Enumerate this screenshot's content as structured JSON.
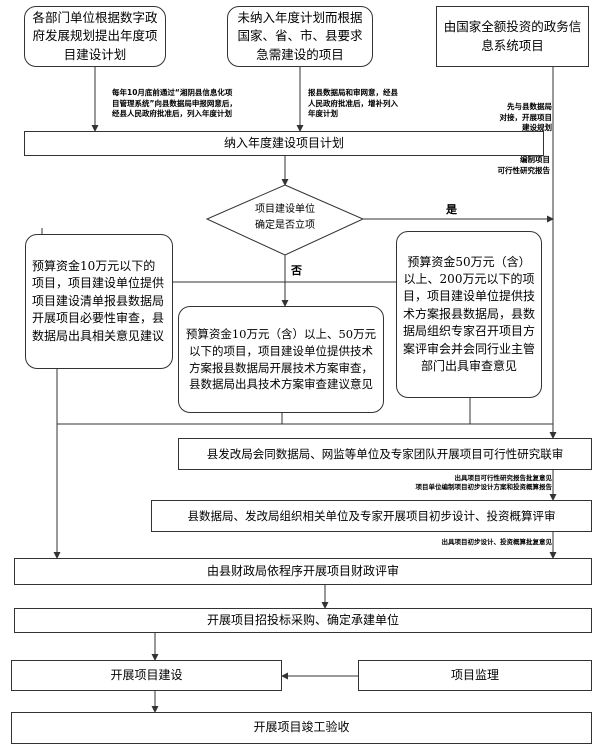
{
  "nodes": {
    "source_departments": "各部门单位根据数字政府发展规划提出年度项目建设计划",
    "source_unplanned": "未纳入年度计划而根据国家、省、市、县要求急需建设的项目",
    "source_national": "由国家全额投资的政务信息系统项目",
    "annual_plan": "纳入年度建设项目计划",
    "decision_line1": "项目建设单位",
    "decision_line2": "确定是否立项",
    "small_budget": "预算资金10万元以下的项目，项目建设单位提供项目建设清单报县数据局开展项目必要性审查，县数据局出具相关意见建议",
    "medium_budget": "预算资金10万元（含）以上、50万元以下的项目，项目建设单位提供技术方案报县数据局开展技术方案审查，县数据局出具技术方案审查建议意见",
    "large_budget": "预算资金50万元（含）以上、200万元以下的项目，项目建设单位提供技术方案报县数据局，县数据局组织专家召开项目方案评审会并会同行业主管部门出具审查意见",
    "feasibility_review": "县发改局会同数据局、网监等单位及专家团队开展项目可行性研究联审",
    "preliminary_design": "县数据局、发改局组织相关单位及专家开展项目初步设计、投资概算评审",
    "finance_review": "由县财政局依程序开展项目财政评审",
    "tendering": "开展项目招投标采购、确定承建单位",
    "construction": "开展项目建设",
    "supervision": "项目监理",
    "acceptance": "开展项目竣工验收"
  },
  "annotations": {
    "dept_note": "每年10月底前通过“湘阴县信息化项\n目管理系统”向县数据局申报网意后，\n经县人民政府批准后，列入年度计划",
    "unplanned_note": "报县数据局和审网意，经县\n人民政府批准后，增补列入\n年度计划",
    "national_note_1": "先与县数据局\n对接，开展项目\n建设规划",
    "national_note_2": "编制项目\n可行性研究报告",
    "feasibility_out": "出具项目可行性研究报告批复意见\n项目单位编制项目初步设计方案和投资概算报告",
    "design_out": "出具项目初步设计、投资概算批复意见"
  },
  "labels": {
    "yes": "是",
    "no": "否"
  }
}
